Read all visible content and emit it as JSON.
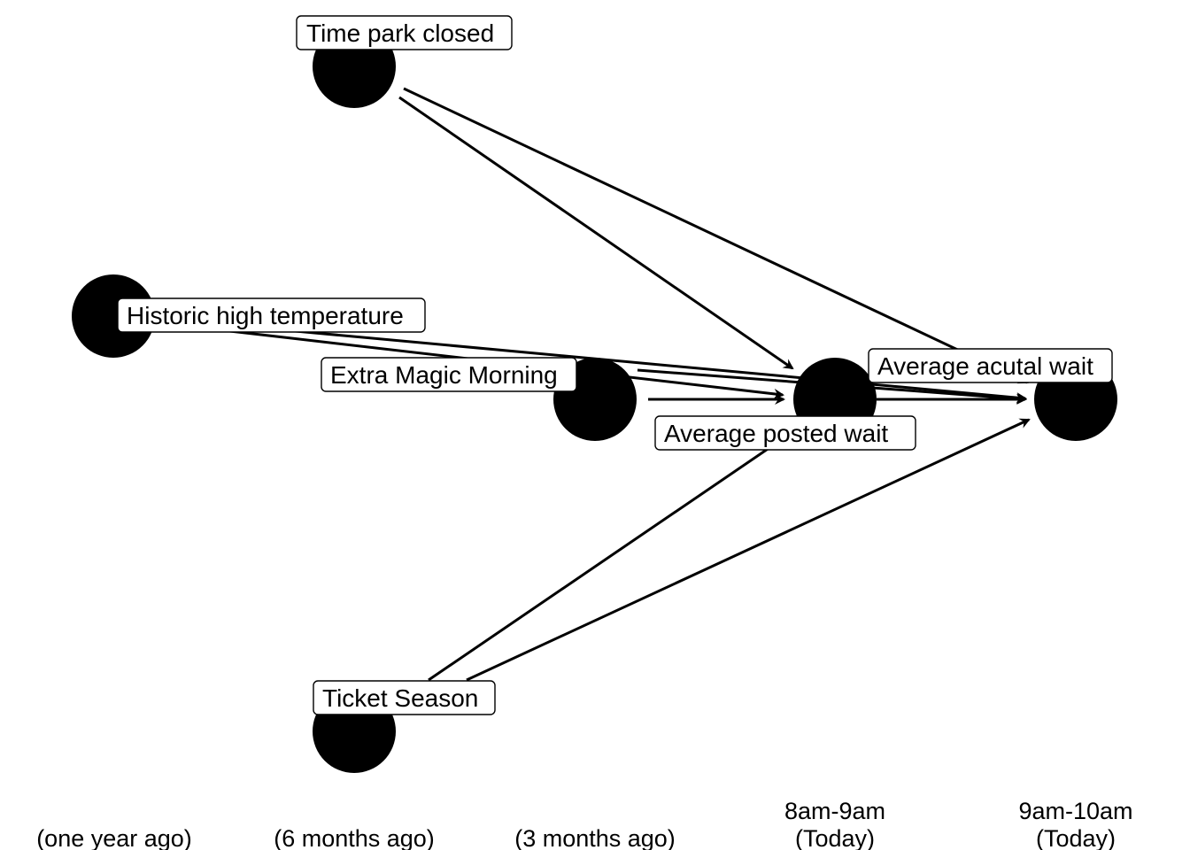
{
  "diagram": {
    "type": "dag",
    "nodes": [
      {
        "id": "park_close",
        "label": "Time park closed"
      },
      {
        "id": "temp",
        "label": "Historic high temperature"
      },
      {
        "id": "emm",
        "label": "Extra Magic Morning"
      },
      {
        "id": "posted",
        "label": "Average posted wait"
      },
      {
        "id": "actual",
        "label": "Average acutal wait"
      },
      {
        "id": "season",
        "label": "Ticket Season"
      }
    ],
    "edges": [
      {
        "from": "park_close",
        "to": "posted"
      },
      {
        "from": "park_close",
        "to": "actual"
      },
      {
        "from": "temp",
        "to": "posted"
      },
      {
        "from": "temp",
        "to": "actual"
      },
      {
        "from": "emm",
        "to": "posted"
      },
      {
        "from": "emm",
        "to": "actual"
      },
      {
        "from": "season",
        "to": "posted"
      },
      {
        "from": "season",
        "to": "actual"
      },
      {
        "from": "posted",
        "to": "actual"
      }
    ],
    "time_axis": [
      {
        "line1": "",
        "line2": "(one year ago)"
      },
      {
        "line1": "",
        "line2": "(6 months ago)"
      },
      {
        "line1": "",
        "line2": "(3 months ago)"
      },
      {
        "line1": "8am-9am",
        "line2": "(Today)"
      },
      {
        "line1": "9am-10am",
        "line2": "(Today)"
      }
    ],
    "colors": {
      "node": "#000000",
      "edge": "#000000",
      "label_bg": "#ffffff"
    }
  }
}
